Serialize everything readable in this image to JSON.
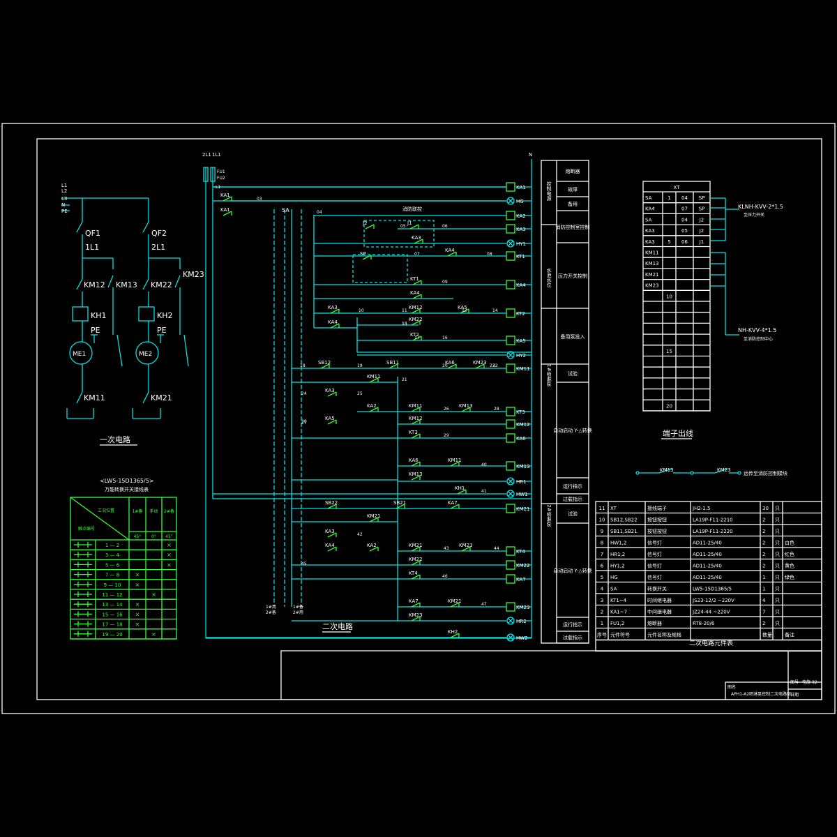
{
  "colors": {
    "background": "#000000",
    "frame": "#ffffff",
    "wire": "#00e5e5",
    "contact": "#33ff33",
    "text": "#ffffff",
    "note": "#ffff33"
  },
  "primary": {
    "supply": [
      "L1",
      "L2",
      "L3",
      "N",
      "PE"
    ],
    "breakers": [
      "QF1",
      "QF2"
    ],
    "fuse_labels": [
      "1L1",
      "2L1"
    ],
    "contactors": [
      "KM12",
      "KM13",
      "KM22",
      "KM23"
    ],
    "relays": [
      "KH1",
      "KH2"
    ],
    "pe": [
      "PE",
      "PE"
    ],
    "motors": [
      "ME1",
      "ME2"
    ],
    "main_contactors": [
      "KM11",
      "KM21"
    ],
    "title": "一次电路"
  },
  "switch_table": {
    "title": "<LW5-15D1365/5>",
    "subtitle": "万能转换开关接线表",
    "header_diag_top": "工况位置",
    "header_diag_bottom": "触点编号",
    "col_heads": [
      "1#备",
      "手动",
      "2#备"
    ],
    "col_angles": [
      "45°",
      "0°",
      "45°"
    ],
    "rows": [
      {
        "label": "1 — 2",
        "marks": [
          "",
          "",
          "×"
        ]
      },
      {
        "label": "3 — 4",
        "marks": [
          "",
          "",
          "×"
        ]
      },
      {
        "label": "5 — 6",
        "marks": [
          "",
          "",
          "×"
        ]
      },
      {
        "label": "7 — 8",
        "marks": [
          "×",
          "",
          ""
        ]
      },
      {
        "label": "9 — 10",
        "marks": [
          "×",
          "",
          ""
        ]
      },
      {
        "label": "11 — 12",
        "marks": [
          "",
          "×",
          ""
        ]
      },
      {
        "label": "13 — 14",
        "marks": [
          "×",
          "",
          ""
        ]
      },
      {
        "label": "15 — 16",
        "marks": [
          "×",
          "",
          ""
        ]
      },
      {
        "label": "17 — 18",
        "marks": [
          "×",
          "",
          ""
        ]
      },
      {
        "label": "19 — 20",
        "marks": [
          "",
          "×",
          ""
        ]
      }
    ]
  },
  "secondary": {
    "title": "二次电路",
    "top_labels": [
      "2L1",
      "1L1",
      "FU1",
      "FU2",
      "N",
      "L1"
    ],
    "switch_label": "SA",
    "fire_interlock": "消防联控",
    "bottom_labels": [
      "1#用",
      "2#备",
      "1#备",
      "2#用"
    ],
    "wire_numbers": [
      "03",
      "04",
      "05",
      "06",
      "07",
      "08",
      "09",
      "10",
      "11",
      "12",
      "13",
      "14",
      "15",
      "16",
      "17",
      "18",
      "19",
      "20",
      "21",
      "22",
      "23",
      "24",
      "25",
      "26",
      "27",
      "28",
      "29",
      "30",
      "40",
      "41",
      "42",
      "43",
      "44",
      "45",
      "46",
      "47"
    ],
    "contacts": [
      "KA1",
      "KA1",
      "J2",
      "J1",
      "KA3",
      "SP",
      "KA4",
      "KT1",
      "KA4",
      "KA3",
      "KA4",
      "KM12",
      "KM22",
      "KA5",
      "KT2",
      "SB12",
      "SB11",
      "KM11",
      "KA6",
      "KM23",
      "KA3",
      "KA2",
      "KA5",
      "KM11",
      "KM12",
      "KM13",
      "KT3",
      "KA6",
      "KM13",
      "KM11",
      "KH1",
      "KA7",
      "SB22",
      "SB21",
      "KM21",
      "KA3",
      "KA4",
      "KA2",
      "KM21",
      "KM22",
      "KM23",
      "KT4",
      "KA7",
      "KM23",
      "KM21",
      "KH2"
    ],
    "coils": [
      "KA1",
      "HG",
      "KA2",
      "KA3",
      "HY1",
      "KT1",
      "KA4",
      "KT2",
      "KA5",
      "HY2",
      "KM11",
      "KT3",
      "KM12",
      "KA6",
      "KM13",
      "HR1",
      "HW1",
      "KM21",
      "KT4",
      "KM22",
      "KA7",
      "KM23",
      "HR2",
      "HW2"
    ]
  },
  "function_column": [
    {
      "left": "",
      "right": "熔断器"
    },
    {
      "left": "控制电源",
      "right": "故障"
    },
    {
      "left": "",
      "right": "备用"
    },
    {
      "left": "",
      "right": "消防控制室控制"
    },
    {
      "left": "水池水位",
      "right": "压力开关控制"
    },
    {
      "left": "",
      "right": "备用泵投入"
    },
    {
      "left": "1#喷淋泵",
      "right": "试验"
    },
    {
      "left": "",
      "right": "自动启动 Y-△转换"
    },
    {
      "left": "",
      "right": "运行指示"
    },
    {
      "left": "",
      "right": "过载指示"
    },
    {
      "left": "2#喷淋泵",
      "right": "试验"
    },
    {
      "left": "",
      "right": "自动启动 Y-△转换"
    },
    {
      "left": "",
      "right": "运行指示"
    },
    {
      "left": "",
      "right": "过载指示"
    }
  ],
  "terminal_block": {
    "title": "XT",
    "rows": [
      [
        "SA",
        "1",
        "04",
        "SP"
      ],
      [
        "KA4",
        "",
        "07",
        "SP"
      ],
      [
        "SA",
        "",
        "04",
        "J2"
      ],
      [
        "KA3",
        "",
        "05",
        "J2"
      ],
      [
        "KA3",
        "5",
        "06",
        "J1"
      ],
      [
        "KM11",
        "",
        "",
        ""
      ],
      [
        "KM13",
        "",
        "",
        ""
      ],
      [
        "KM21",
        "",
        "",
        ""
      ],
      [
        "KM23",
        "",
        "",
        ""
      ],
      [
        "",
        "10",
        "",
        ""
      ],
      [
        "",
        "",
        "",
        ""
      ],
      [
        "",
        "",
        "",
        ""
      ],
      [
        "",
        "",
        "",
        ""
      ],
      [
        "",
        "",
        "",
        ""
      ],
      [
        "",
        "15",
        "",
        ""
      ],
      [
        "",
        "",
        "",
        ""
      ],
      [
        "",
        "",
        "",
        ""
      ],
      [
        "",
        "",
        "",
        ""
      ],
      [
        "",
        "",
        "",
        ""
      ],
      [
        "",
        "20",
        "",
        ""
      ]
    ],
    "cable1": "KLNH-KVV-2*1.5",
    "cable1_note": "至压力开关",
    "cable2": "NH-KVV-4*1.5",
    "cable2_note": "至消防控制中心",
    "caption": "端子出线"
  },
  "remote_note": {
    "labels": [
      "KM13",
      "KM23"
    ],
    "text": "远传至消防控制模块"
  },
  "component_table": {
    "rows": [
      [
        "11",
        "XT",
        "接线端子",
        "JH2-1.5",
        "30",
        "只",
        ""
      ],
      [
        "10",
        "SB12,SB22",
        "按钮按钮",
        "LA19P-F11-2210",
        "2",
        "只",
        ""
      ],
      [
        "9",
        "SB11,SB21",
        "按钮按钮",
        "LA19P-F11-2220",
        "2",
        "只",
        ""
      ],
      [
        "8",
        "HW1,2",
        "信号灯",
        "AD11-25/40",
        "2",
        "只",
        "白色"
      ],
      [
        "7",
        "HR1,2",
        "信号灯",
        "AD11-25/40",
        "2",
        "只",
        "红色"
      ],
      [
        "6",
        "HY1,2",
        "信号灯",
        "AD11-25/40",
        "2",
        "只",
        "黄色"
      ],
      [
        "5",
        "HG",
        "信号灯",
        "AD11-25/40",
        "1",
        "只",
        "绿色"
      ],
      [
        "4",
        "SA",
        "转换开关",
        "LW5-15D1365/5",
        "1",
        "只",
        ""
      ],
      [
        "3",
        "KT1~4",
        "时间继电器",
        "JS23-12/2 ~220V",
        "4",
        "只",
        ""
      ],
      [
        "2",
        "KA1~7",
        "中间继电器",
        "JZ24-44 ~220V",
        "7",
        "只",
        ""
      ],
      [
        "1",
        "FU1,2",
        "熔断器",
        "RT8-20/6",
        "2",
        "只",
        ""
      ]
    ],
    "header": [
      "序号",
      "元件符号",
      "元件名称及规格",
      "",
      "数量",
      "",
      "备注"
    ],
    "caption": "二次电路元件表"
  },
  "title_block": {
    "name_label": "图名",
    "drawing_title": "APH1-A2喷淋泵控制二次电路图",
    "no_label": "图号",
    "drawing_no": "电施-32",
    "date_label": "日期"
  }
}
